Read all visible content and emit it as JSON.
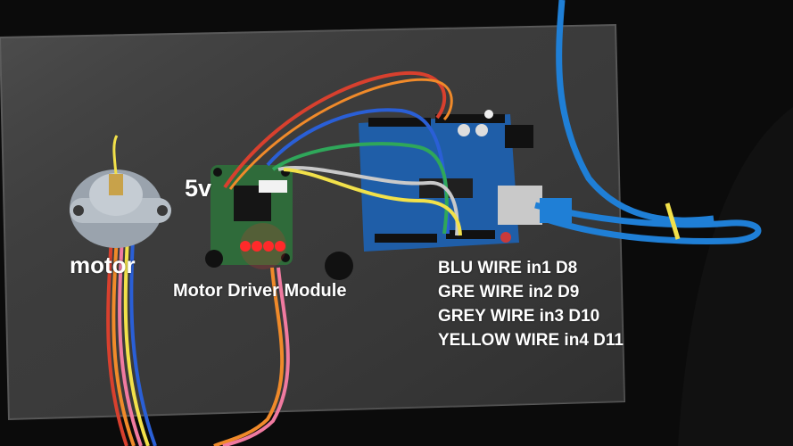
{
  "labels": {
    "voltage": "5v",
    "motor": "motor",
    "driver": "Motor Driver Module"
  },
  "wiring": [
    "BLU WIRE in1 D8",
    "GRE WIRE in2 D9",
    "GREY WIRE in3 D10",
    "YELLOW WIRE in4 D11"
  ],
  "colors": {
    "background": "#0b0b0b",
    "board_blue": "#1f5ea8",
    "driver_green": "#2f6b3a",
    "led_red": "#ff2a2a",
    "usb_cable": "#1f7fd6",
    "wire_red": "#d8402e",
    "wire_blue": "#2a5fd6",
    "wire_green": "#2fa75a",
    "wire_yellow": "#f2e14a",
    "wire_grey": "#c9c9c9",
    "wire_orange": "#f08a2a",
    "wire_pink": "#f07aa0"
  }
}
